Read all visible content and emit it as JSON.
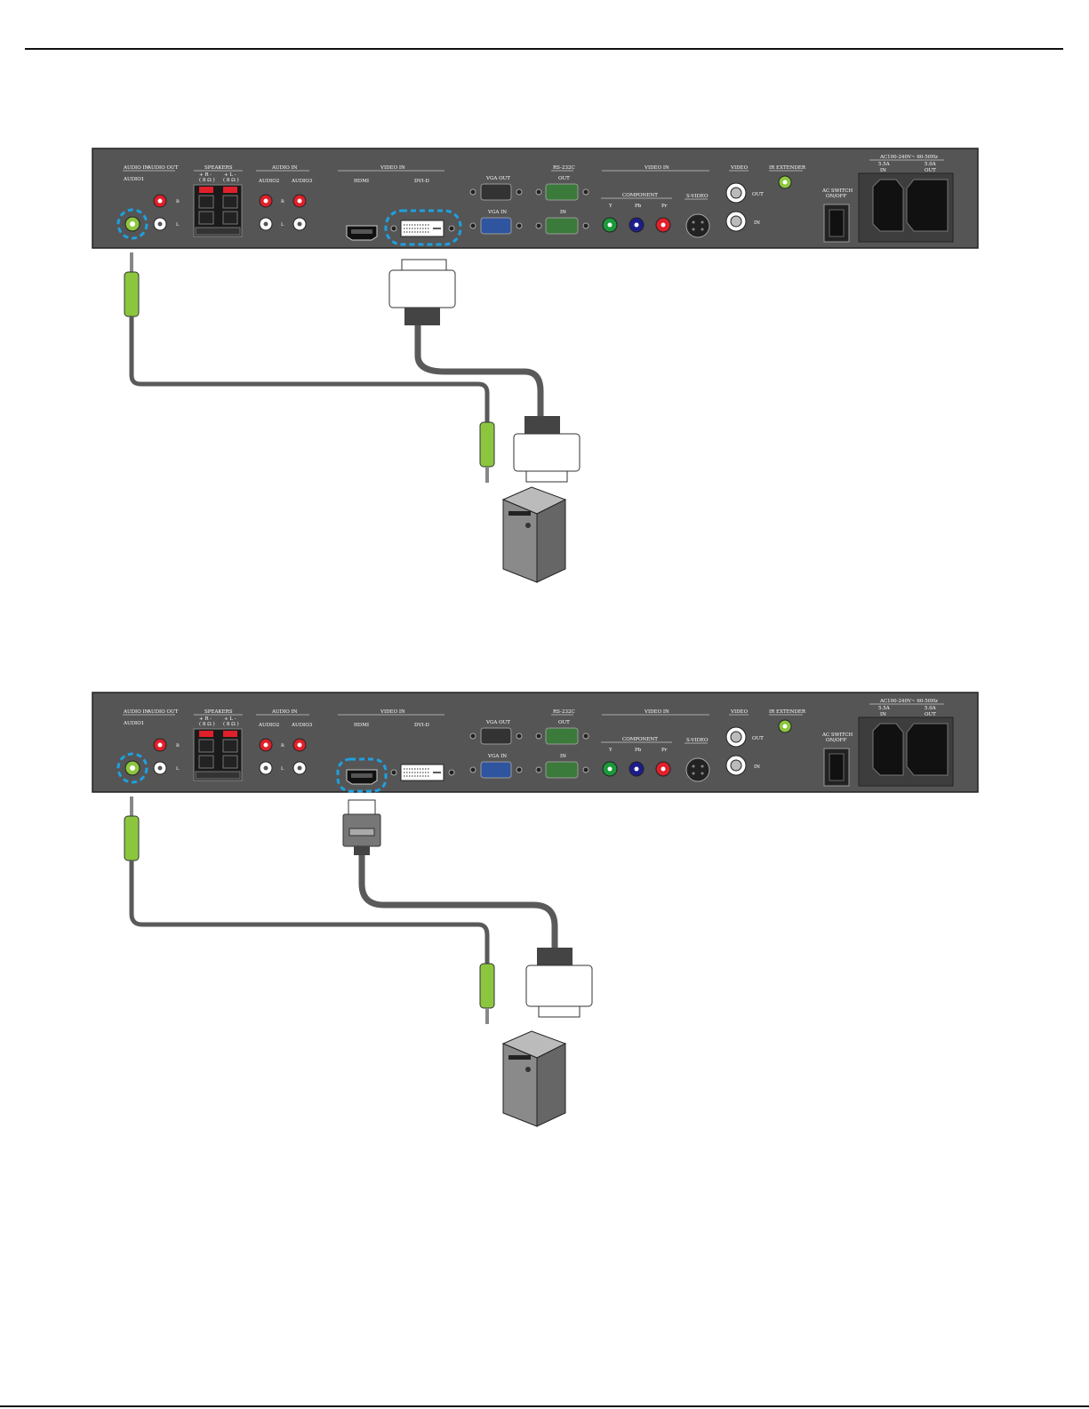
{
  "panel_labels": {
    "audio_in": "AUDIO IN",
    "audio_out": "AUDIO OUT",
    "audio1": "AUDIO1",
    "speakers": "SPEAKERS",
    "speaker_r": "+ R -",
    "speaker_l": "+ L -",
    "speaker_r_ohm": "( 8 Ω )",
    "speaker_l_ohm": "( 8 Ω )",
    "audio_in_2": "AUDIO IN",
    "audio2": "AUDIO2",
    "audio3": "AUDIO3",
    "video_in": "VIDEO IN",
    "hdmi": "HDMI",
    "dvi_d": "DVI-D",
    "vga_out": "VGA OUT",
    "vga_in": "VGA IN",
    "rs232c": "RS-232C",
    "rs_out": "OUT",
    "rs_in": "IN",
    "video_in_2": "VIDEO IN",
    "component": "COMPONENT",
    "y": "Y",
    "pb": "Pb",
    "pr": "Pr",
    "s_video": "S-VIDEO",
    "video": "VIDEO",
    "video_out": "OUT",
    "video_in_jack": "IN",
    "ir_extender": "IR EXTENDER",
    "ac_switch": "AC SWITCH",
    "on_off": "ON/OFF",
    "ac_rating": "AC100-240V~ 60-50Hz",
    "ac_in_amp": "5.5A",
    "ac_out_amp": "5.0A",
    "ac_in": "IN",
    "ac_out": "OUT",
    "r": "R",
    "l": "L"
  },
  "diagrams": [
    {
      "highlighted_ports": [
        "AUDIO1",
        "DVI-D"
      ]
    },
    {
      "highlighted_ports": [
        "AUDIO1",
        "HDMI"
      ]
    }
  ],
  "colors": {
    "panel": "#555555",
    "highlight": "#1ea0e0",
    "audio_green": "#8cc63f",
    "jack_red": "#e0202a",
    "vga_blue": "#2f55a0",
    "rs232_green": "#3a7a3a",
    "pb_blue": "#1c1c8c",
    "y_green": "#1a9a3a",
    "cable": "#5a5a5a"
  }
}
